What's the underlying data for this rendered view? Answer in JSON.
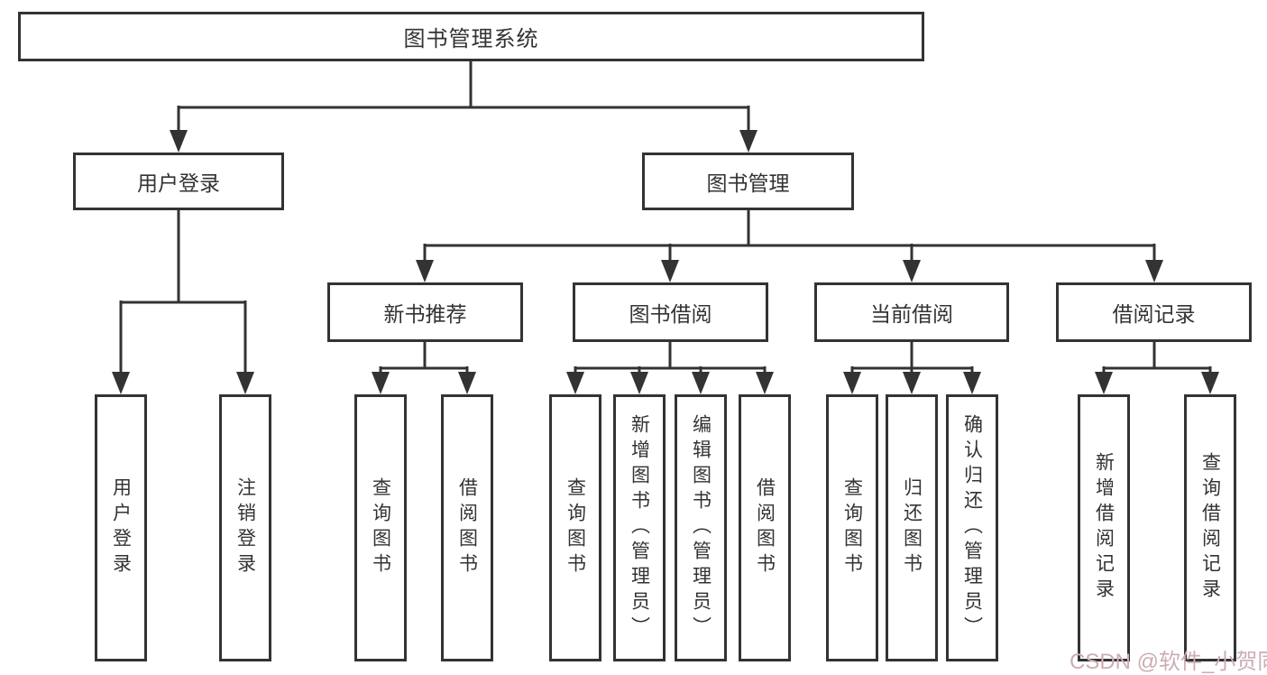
{
  "tree": {
    "label": "图书管理系统",
    "children": [
      {
        "label": "用户登录",
        "children": [
          {
            "label": "用户登录"
          },
          {
            "label": "注销登录"
          }
        ]
      },
      {
        "label": "图书管理",
        "children": [
          {
            "label": "新书推荐",
            "children": [
              {
                "label": "查询图书"
              },
              {
                "label": "借阅图书"
              }
            ]
          },
          {
            "label": "图书借阅",
            "children": [
              {
                "label": "查询图书"
              },
              {
                "label": "新增图书（管理员）"
              },
              {
                "label": "编辑图书（管理员）"
              },
              {
                "label": "借阅图书"
              }
            ]
          },
          {
            "label": "当前借阅",
            "children": [
              {
                "label": "查询图书"
              },
              {
                "label": "归还图书"
              },
              {
                "label": "确认归还（管理员）"
              }
            ]
          },
          {
            "label": "借阅记录",
            "children": [
              {
                "label": "新增借阅记录"
              },
              {
                "label": "查询借阅记录"
              }
            ]
          }
        ]
      }
    ]
  },
  "watermark": {
    "text": "CSDN @软件_小贺同学"
  },
  "colors": {
    "line": "#333333",
    "border": "#333333",
    "text": "#333333",
    "background": "#ffffff",
    "watermark": "#ccadb3"
  }
}
